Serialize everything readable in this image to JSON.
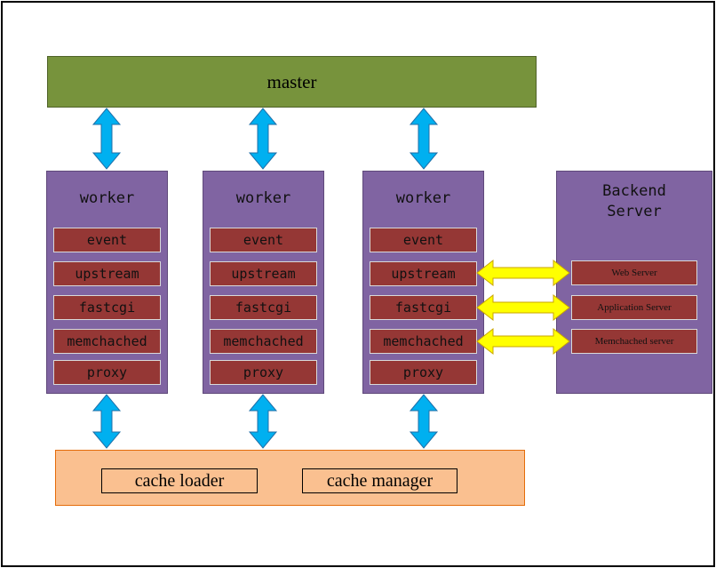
{
  "master": {
    "label": "master"
  },
  "workers": [
    {
      "title": "worker",
      "modules": [
        "event",
        "upstream",
        "fastcgi",
        "memchached",
        "proxy"
      ]
    },
    {
      "title": "worker",
      "modules": [
        "event",
        "upstream",
        "fastcgi",
        "memchached",
        "proxy"
      ]
    },
    {
      "title": "worker",
      "modules": [
        "event",
        "upstream",
        "fastcgi",
        "memchached",
        "proxy"
      ]
    }
  ],
  "backend": {
    "title_line1": "Backend",
    "title_line2": "Server",
    "servers": [
      "Web Server",
      "Application Server",
      "Memchached server"
    ]
  },
  "cache": {
    "loader": "cache loader",
    "manager": "cache manager"
  },
  "colors": {
    "master": "#77933c",
    "worker": "#8064a2",
    "module": "#953735",
    "cache": "#fac090",
    "blue_arrow": "#00b0f0",
    "yellow_arrow": "#ffff00"
  }
}
